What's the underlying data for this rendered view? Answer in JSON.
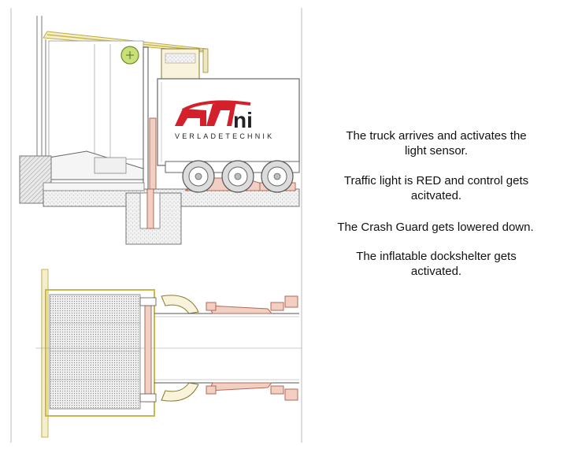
{
  "logo": {
    "brand": "Nani",
    "subtitle": "VERLADETECHNIK",
    "brand_color": "#d3202a"
  },
  "captions": [
    {
      "line1": "The truck arrives and activates the",
      "line2": "light sensor."
    },
    {
      "line1": "Traffic light is RED and control gets",
      "line2": "acitvated."
    },
    {
      "line1": "The Crash Guard gets lowered down.",
      "line2": ""
    },
    {
      "line1": "The inflatable dockshelter gets",
      "line2": "activated."
    }
  ],
  "colors": {
    "wall_fill": "#e3e3e3",
    "hatch": "#9a9a9a",
    "yellow_line": "#c9b84a",
    "salmon": "#d9a08e",
    "line": "#444444",
    "light": "#c8e07a"
  }
}
